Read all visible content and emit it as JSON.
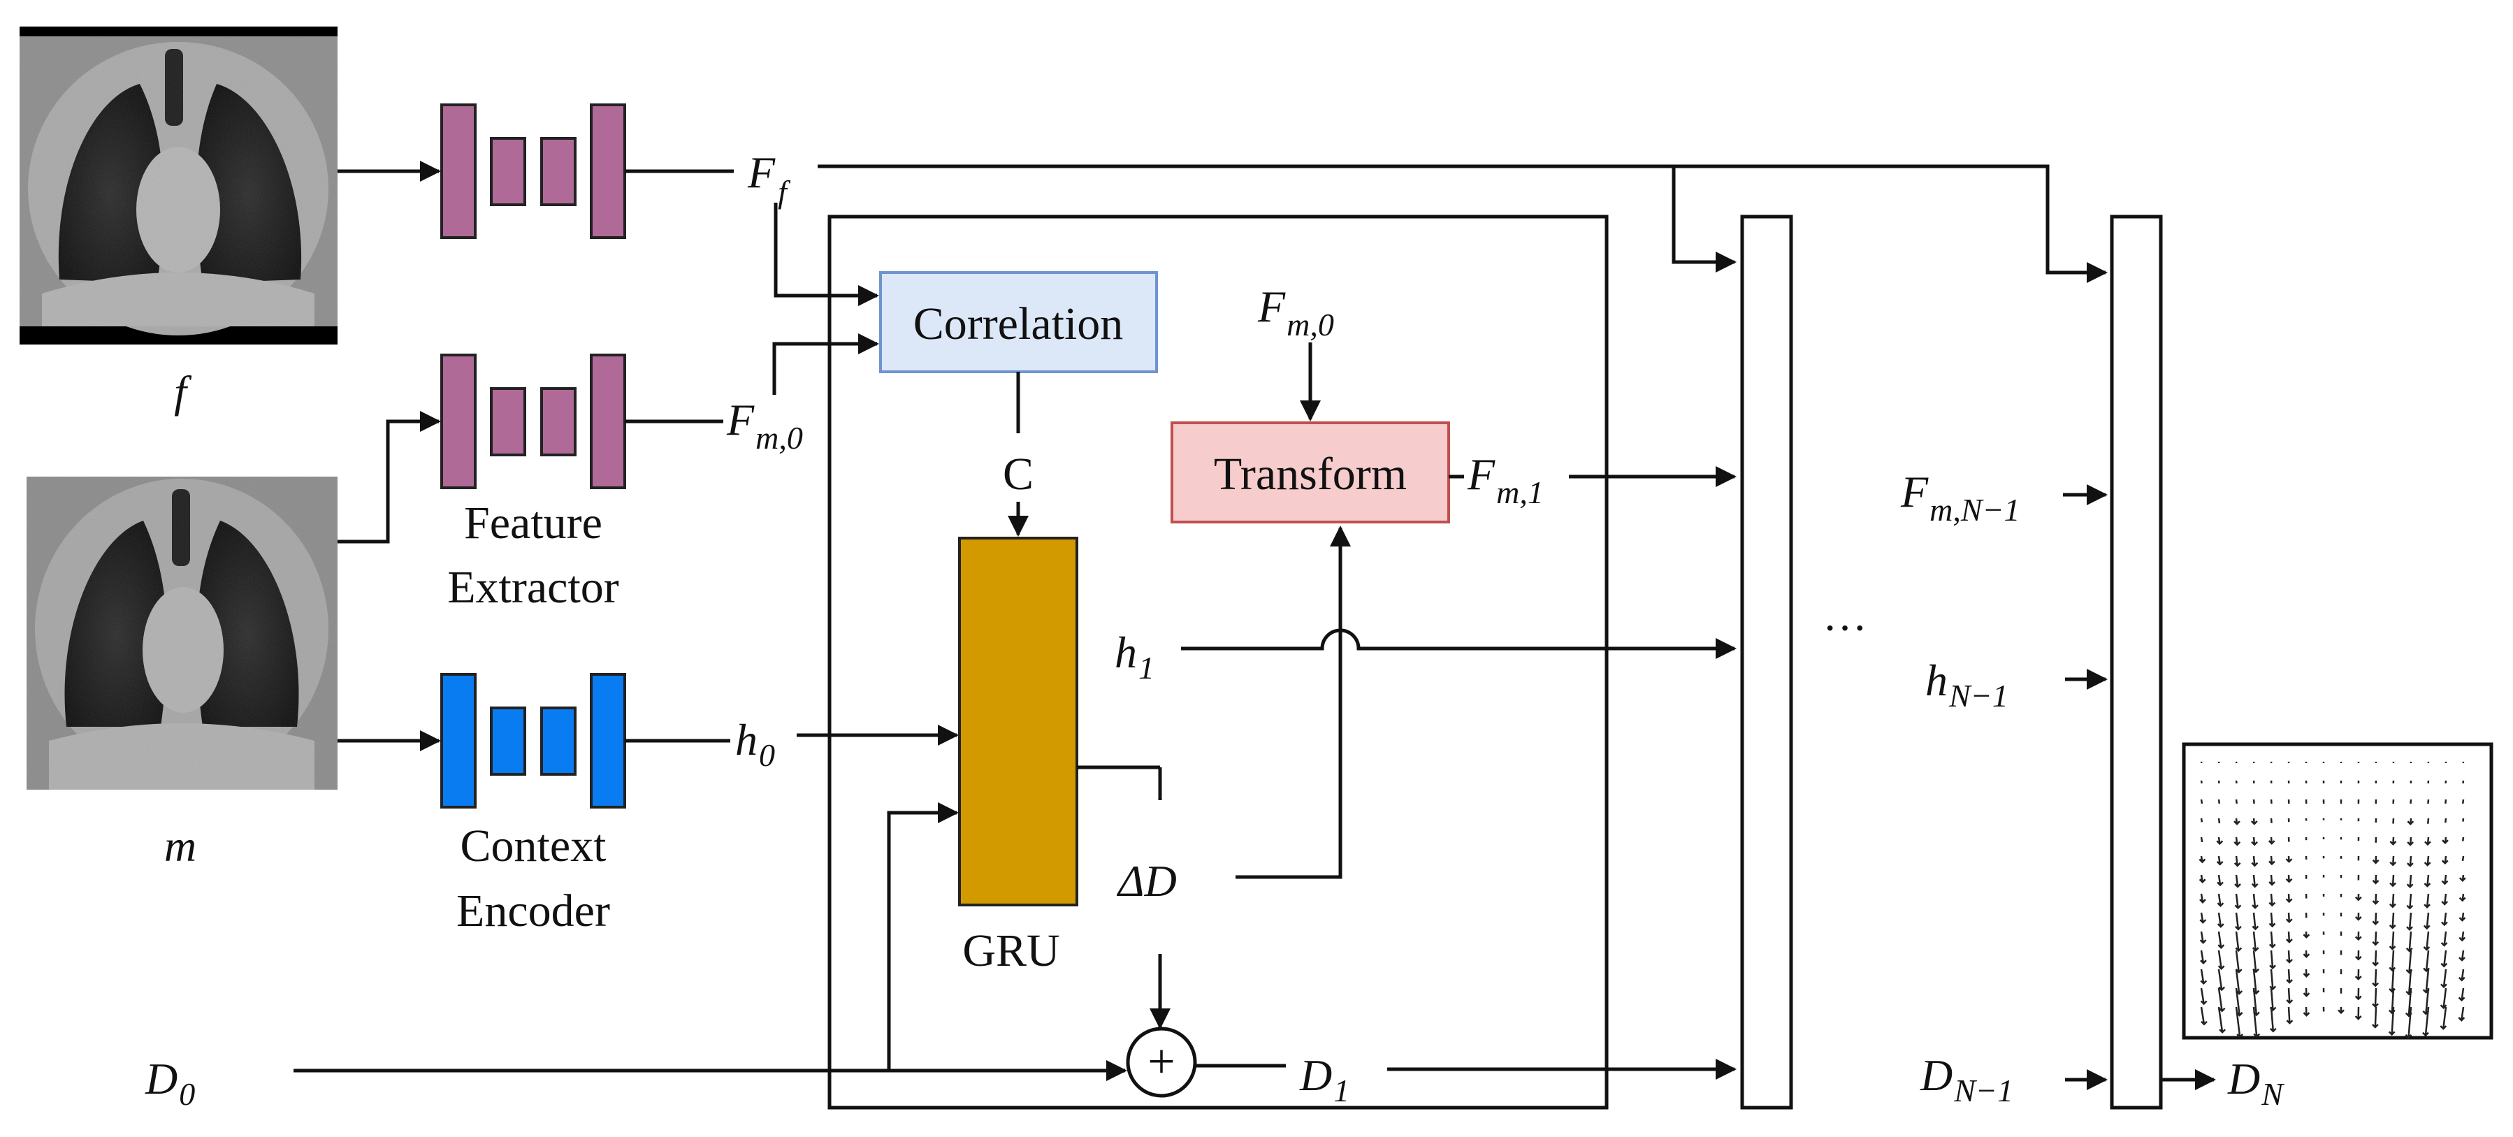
{
  "images": {
    "fixed": {
      "caption": "f"
    },
    "moving": {
      "caption": "m"
    }
  },
  "modules": {
    "feature_extractor": {
      "line1": "Feature",
      "line2": "Extractor",
      "color": "#b06a97"
    },
    "context_encoder": {
      "line1": "Context",
      "line2": "Encoder",
      "color": "#0a7cf2"
    }
  },
  "blocks": {
    "correlation": {
      "label": "Correlation",
      "fill": "#dce8f8",
      "stroke": "#6f93cf"
    },
    "transform": {
      "label": "Transform",
      "fill": "#f6cccc",
      "stroke": "#c05050"
    },
    "gru": {
      "label": "GRU",
      "fill": "#d39a00",
      "stroke": "#222222"
    },
    "corr_out": "C",
    "plus": "+"
  },
  "symbols": {
    "Ff": {
      "main": "F",
      "sub": "f"
    },
    "Fm0_left": {
      "main": "F",
      "sub": "m,0"
    },
    "Fm0_top": {
      "main": "F",
      "sub": "m,0"
    },
    "Fm1": {
      "main": "F",
      "sub": "m,1"
    },
    "h0": {
      "main": "h",
      "sub": "0"
    },
    "h1": {
      "main": "h",
      "sub": "1"
    },
    "dD": {
      "main": "ΔD"
    },
    "D0": {
      "main": "D",
      "sub": "0"
    },
    "D1": {
      "main": "D",
      "sub": "1"
    },
    "FmN1": {
      "main": "F",
      "sub": "m,N−1"
    },
    "hN1": {
      "main": "h",
      "sub": "N−1"
    },
    "DN1": {
      "main": "D",
      "sub": "N−1"
    },
    "DN": {
      "main": "D",
      "sub": "N"
    },
    "dots": "···"
  }
}
